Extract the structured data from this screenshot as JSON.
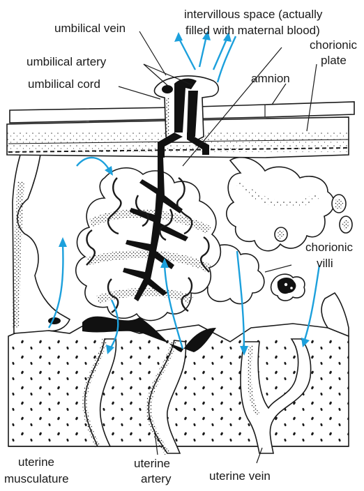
{
  "diagram": {
    "colors": {
      "ink": "#1a1a1a",
      "flow": "#1ca0dc",
      "background": "#ffffff"
    },
    "labels": {
      "intervillous_space_line1": "intervillous space (actually",
      "intervillous_space_line2": "filled with maternal blood)",
      "umbilical_vein": "umbilical vein",
      "umbilical_artery": "umbilical artery",
      "umbilical_cord": "umbilical cord",
      "amnion": "amnion",
      "chorionic_plate_line1": "chorionic",
      "chorionic_plate_line2": "plate",
      "chorionic_villi_line1": "chorionic",
      "chorionic_villi_line2": "villi",
      "uterine_musculature_line1": "uterine",
      "uterine_musculature_line2": "musculature",
      "uterine_artery_line1": "uterine",
      "uterine_artery_line2": "artery",
      "uterine_vein": "uterine vein"
    }
  }
}
